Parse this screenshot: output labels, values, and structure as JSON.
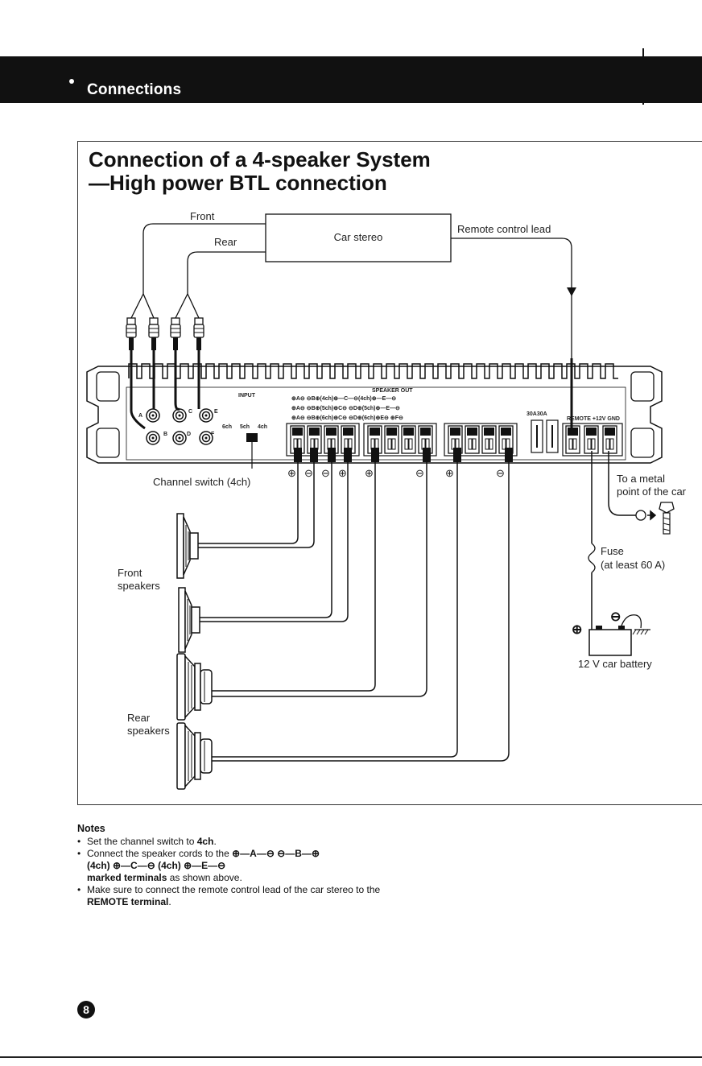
{
  "header": {
    "section": "Connections"
  },
  "title": {
    "line1": "Connection of a 4-speaker System",
    "line2": "—High power BTL connection"
  },
  "diagram": {
    "car_stereo": "Car stereo",
    "front_lead": "Front",
    "rear_lead": "Rear",
    "remote_lead": "Remote control lead",
    "input_label": "INPUT",
    "speaker_out_label": "SPEAKER OUT",
    "channel_letters": [
      "A",
      "B",
      "C",
      "D",
      "E",
      "F"
    ],
    "switch_options": [
      "6ch",
      "5ch",
      "4ch"
    ],
    "fuse_label": "30A30A",
    "power_terminals": "REMOTE +12V GND",
    "terminal_rows": [
      "⊕A⊖  ⊖B⊕(4ch)⊕—C—⊖(4ch)⊕—E—⊖",
      "⊕A⊖  ⊖B⊕(5ch)⊕C⊖  ⊖D⊕(5ch)⊕—E—⊖",
      "⊕A⊖  ⊖B⊕(6ch)⊕C⊖  ⊖D⊕(6ch)⊕E⊖  ⊕F⊖"
    ],
    "channel_switch": "Channel switch (4ch)",
    "polarity": [
      "⊕",
      "⊖",
      "⊖",
      "⊕",
      "⊕",
      "⊖",
      "⊕",
      "⊖"
    ],
    "front_speakers": [
      "Front",
      "speakers"
    ],
    "rear_speakers": [
      "Rear",
      "speakers"
    ],
    "metal_point": [
      "To a metal",
      "point of the car"
    ],
    "fuse": [
      "Fuse",
      "(at least 60 A)"
    ],
    "battery": "12 V car battery",
    "battery_plus": "⊕",
    "battery_minus": "⊖"
  },
  "notes": {
    "title": "Notes",
    "item1": {
      "prefix": "Set the channel switch to ",
      "bold": "4ch",
      "suffix": "."
    },
    "item2": {
      "prefix": "Connect the speaker cords to the ",
      "bold1": "⊕—A—⊖ ⊖—B—⊕",
      "bold2": "(4ch) ⊕—C—⊖ (4ch) ⊕—E—⊖",
      "bold3": "marked terminals",
      "suffix": " as shown above."
    },
    "item3": {
      "prefix": "Make sure to connect the remote control lead of the car stereo to the ",
      "bold": "REMOTE terminal",
      "suffix": "."
    }
  },
  "page_number": "8"
}
